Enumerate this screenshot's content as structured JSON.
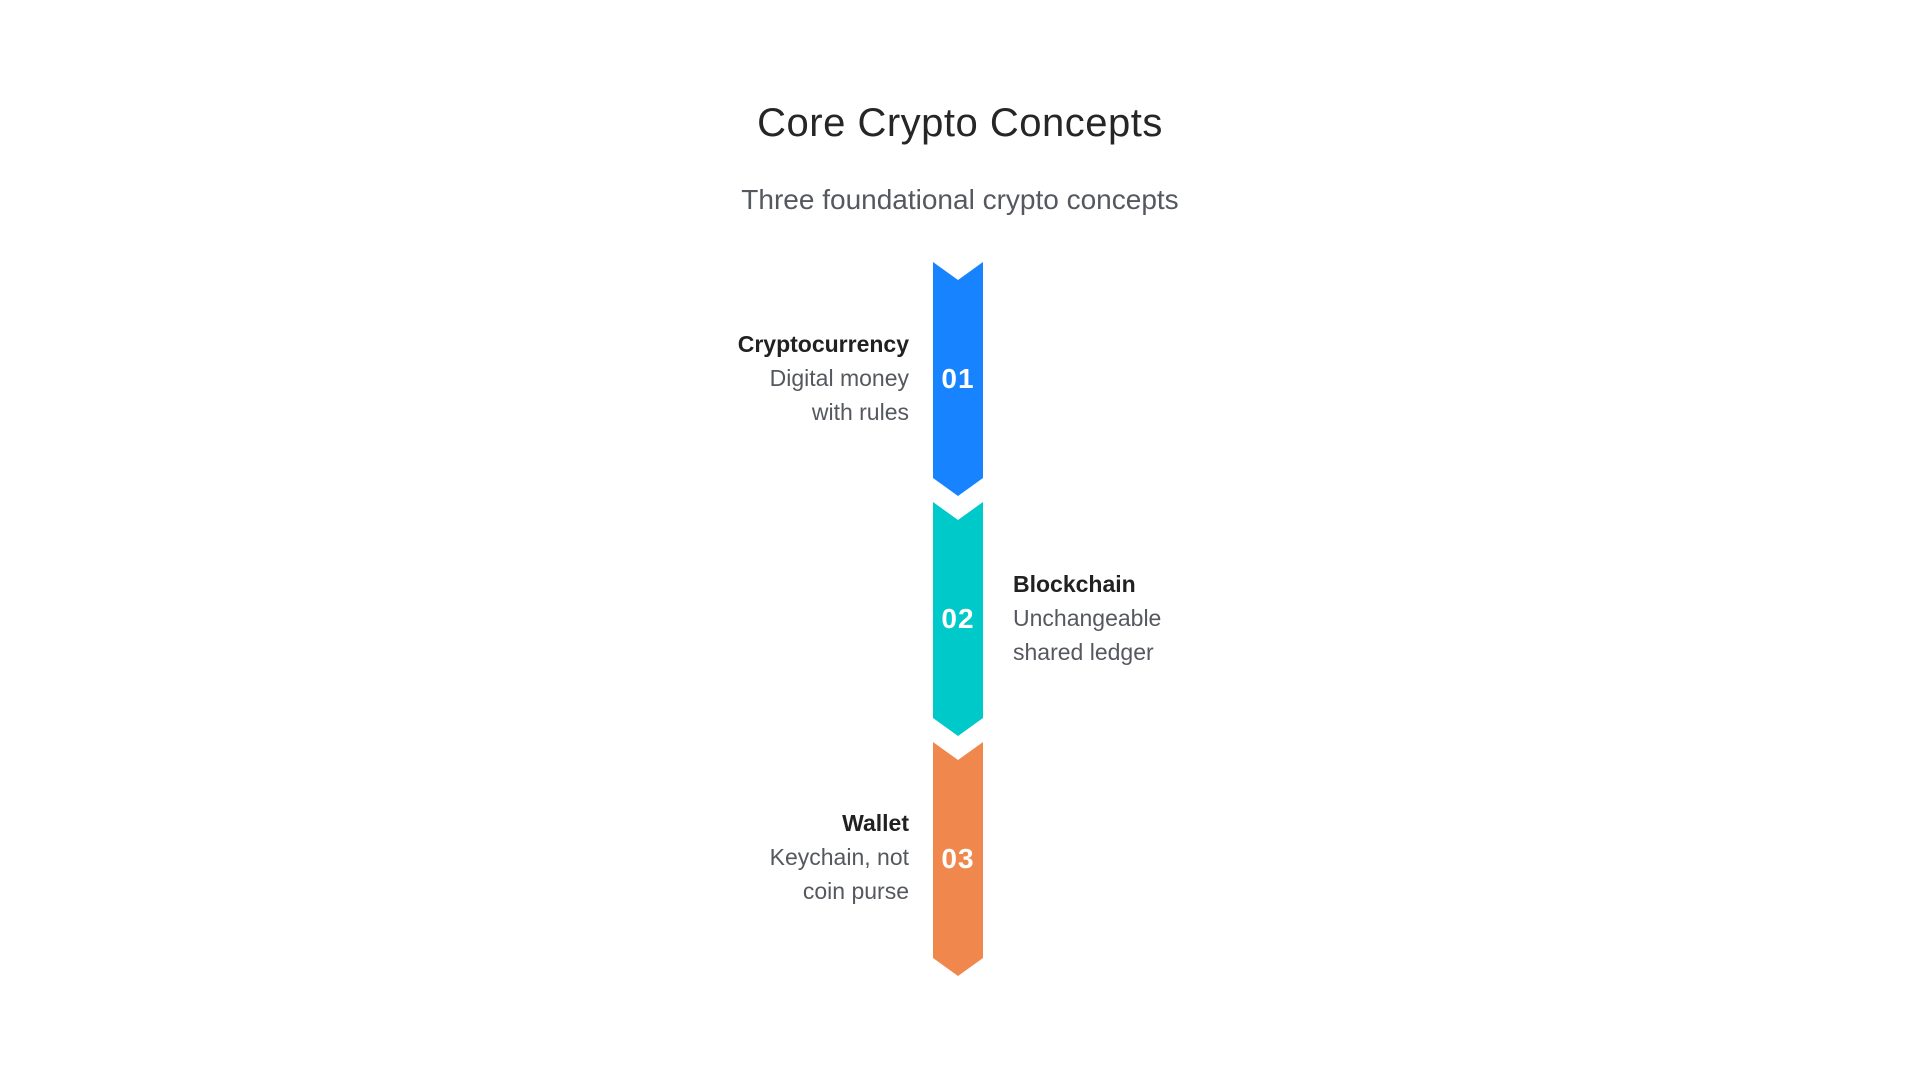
{
  "header": {
    "title": "Core Crypto Concepts",
    "subtitle": "Three foundational crypto concepts"
  },
  "steps": [
    {
      "number": "01",
      "label": "Cryptocurrency",
      "desc_line1": "Digital money",
      "desc_line2": "with rules",
      "color": "#1783FF",
      "text_side": "left"
    },
    {
      "number": "02",
      "label": "Blockchain",
      "desc_line1": "Unchangeable",
      "desc_line2": "shared ledger",
      "color": "#00C9C9",
      "text_side": "right"
    },
    {
      "number": "03",
      "label": "Wallet",
      "desc_line1": "Keychain, not",
      "desc_line2": "coin purse",
      "color": "#F0884D",
      "text_side": "left"
    }
  ],
  "colors": {
    "background": "#FFFFFF",
    "title_text": "#262626",
    "body_text": "#55585E",
    "step_number_text": "#FFFFFF"
  }
}
